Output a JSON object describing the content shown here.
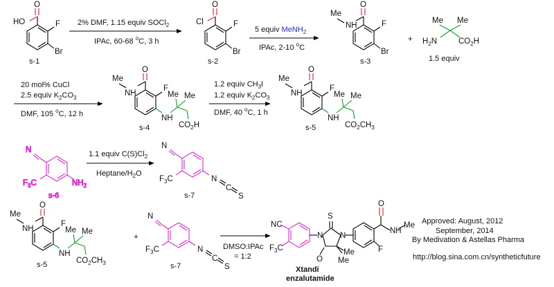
{
  "colors": {
    "red": "#e8202a",
    "blue": "#1f2bd6",
    "green": "#11a12a",
    "magenta": "#e224d8",
    "black": "#000000"
  },
  "atoms": {
    "HO": "HO",
    "O": "O",
    "F": "F",
    "Br": "Br",
    "Cl": "Cl",
    "H": "H",
    "N": "N",
    "NH": "NH",
    "Me": "Me",
    "H2N": "H",
    "CO2H_a": "CO",
    "CO2H_b": "H",
    "CO2CH3_a": "CO",
    "CO2CH3_b": "CH",
    "NH2": "NH",
    "CF3_a": "F",
    "CF3_b": "C",
    "NCS_N": "N",
    "NCS_C": "C",
    "NCS_S": "S",
    "S": "S",
    "sub2": "2",
    "sub3": "3",
    "plus": "+",
    "CMe": "CH",
    "equals": "="
  },
  "compounds": {
    "s1": "s-1",
    "s2": "s-2",
    "s3": "s-3",
    "s4": "s-4",
    "s5": "s-5",
    "s6": "s-6",
    "s7": "s-7",
    "amine_equiv": "1.5 equiv",
    "drug_name": "Xtandi",
    "drug_generic": "enzalutamide"
  },
  "steps": {
    "step1_a": "2% DMF, 1.15 equiv SOCl",
    "step1_b": "IPAc, 60-68 ",
    "step1_c": "C, 3 h",
    "step2_a": "5 equiv ",
    "step2_a_blue": "MeNH",
    "step2_b": "IPAc, 2-10 ",
    "step2_c": "C",
    "step3_a": "20 mol% CuCl",
    "step3_b": "2.5 equiv K",
    "step3_b2": "CO",
    "step3_c": "DMF, 105 ",
    "step3_d": "C, 12 h",
    "step4_a": "1.2 equiv CH",
    "step4_a2": "I",
    "step4_b": "1.2 equiv K",
    "step4_b2": "CO",
    "step4_c": "DMF, 40 ",
    "step4_d": "C, 1 h",
    "step5_a": "1.1 equiv C(S)Cl",
    "step5_b": "Heptane/H",
    "step5_b2": "O",
    "step6_a": "DMSO:IPAc",
    "step6_b": "= 1:2",
    "degree": "o"
  },
  "notes": {
    "approved_1": "Approved: August, 2012",
    "approved_2": "September, 2014",
    "approved_3": "By Medivation & Astellas Pharma",
    "url": "http://blog.sina.com.cn/syntheticfuture"
  }
}
